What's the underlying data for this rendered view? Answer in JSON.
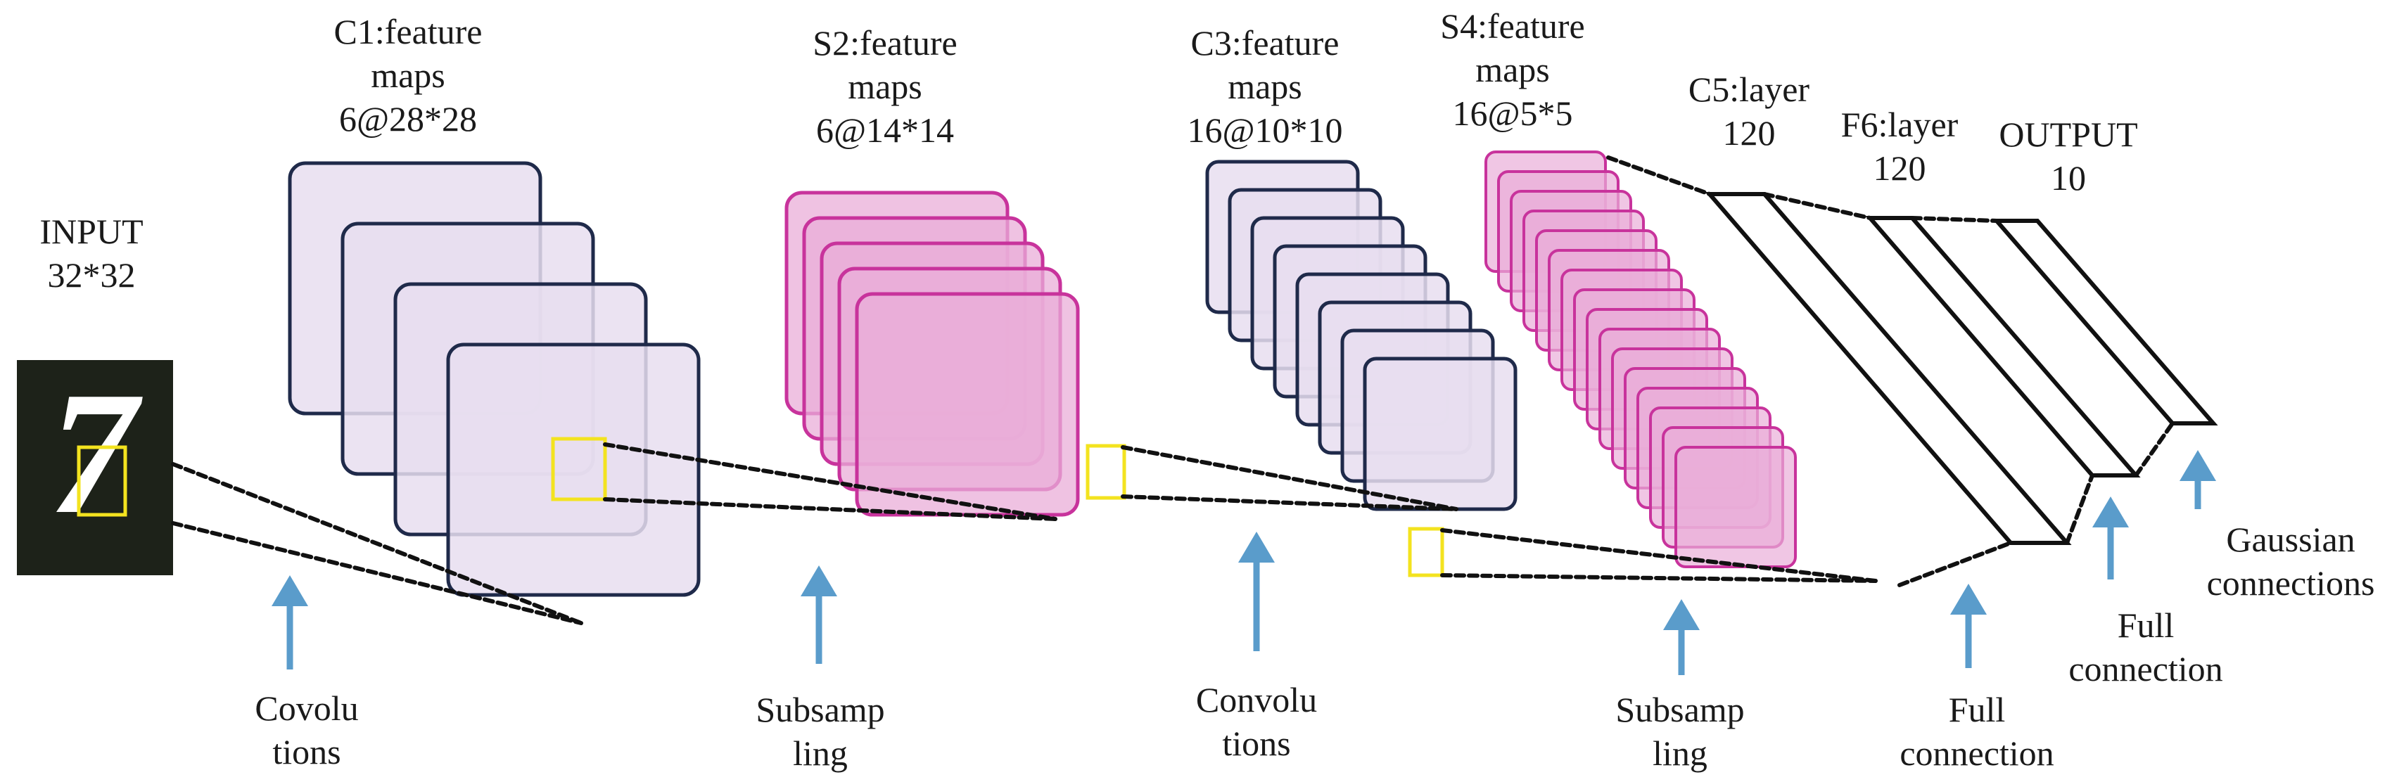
{
  "diagram": {
    "input": {
      "title": "INPUT",
      "size": "32*32",
      "digit": "7"
    },
    "layers": [
      {
        "id": "c1",
        "lines": [
          "C1:feature",
          "maps",
          "6@28*28"
        ]
      },
      {
        "id": "s2",
        "lines": [
          "S2:feature",
          "maps",
          "6@14*14"
        ]
      },
      {
        "id": "c3",
        "lines": [
          "C3:feature",
          "maps",
          "16@10*10"
        ]
      },
      {
        "id": "s4",
        "lines": [
          "S4:feature",
          "maps",
          "16@5*5"
        ]
      },
      {
        "id": "c5",
        "lines": [
          "C5:layer",
          "120"
        ]
      },
      {
        "id": "f6",
        "lines": [
          "F6:layer",
          "120"
        ]
      },
      {
        "id": "output",
        "lines": [
          "OUTPUT",
          "10"
        ]
      }
    ],
    "operations": [
      {
        "id": "convolutions-1",
        "lines": [
          "Covolu",
          "tions"
        ]
      },
      {
        "id": "subsampling-1",
        "lines": [
          "Subsamp",
          "ling"
        ]
      },
      {
        "id": "convolutions-2",
        "lines": [
          "Convolu",
          "tions"
        ]
      },
      {
        "id": "subsampling-2",
        "lines": [
          "Subsamp",
          "ling"
        ]
      },
      {
        "id": "full-connection-1",
        "lines": [
          "Full",
          "connection"
        ]
      },
      {
        "id": "full-connection-2",
        "lines": [
          "Full",
          "connection"
        ]
      },
      {
        "id": "gaussian-connections",
        "lines": [
          "Gaussian",
          "connections"
        ]
      }
    ],
    "colors": {
      "conv_fill": "#e8def0",
      "conv_stroke": "#1f2a4a",
      "pool_fill": "#e9aed8",
      "pool_stroke": "#c8339c",
      "arrow": "#5a9ccb",
      "receptive_field": "#f3e31f",
      "input_bg": "#1d2219",
      "line": "#111111"
    }
  }
}
